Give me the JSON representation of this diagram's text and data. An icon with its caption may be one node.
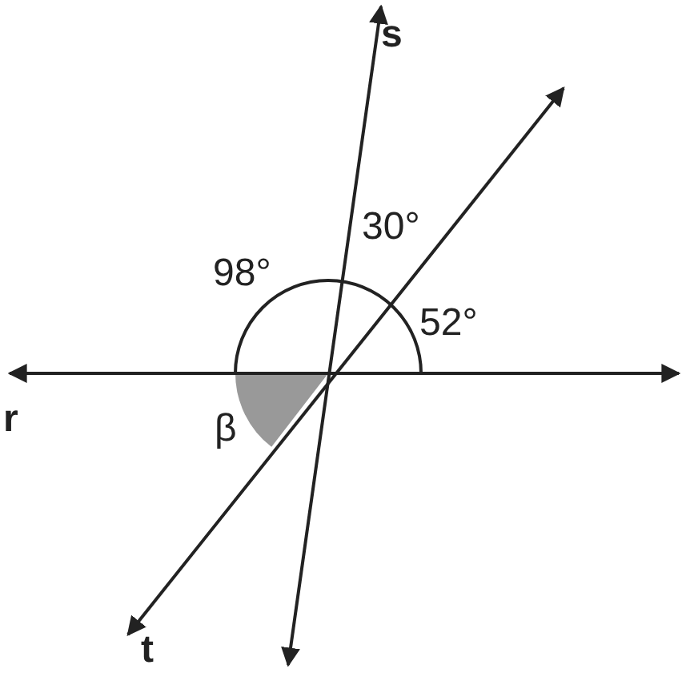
{
  "diagram": {
    "labels": [
      "s",
      "30°",
      "98°",
      "52°",
      "r",
      "β",
      "t"
    ]
  }
}
